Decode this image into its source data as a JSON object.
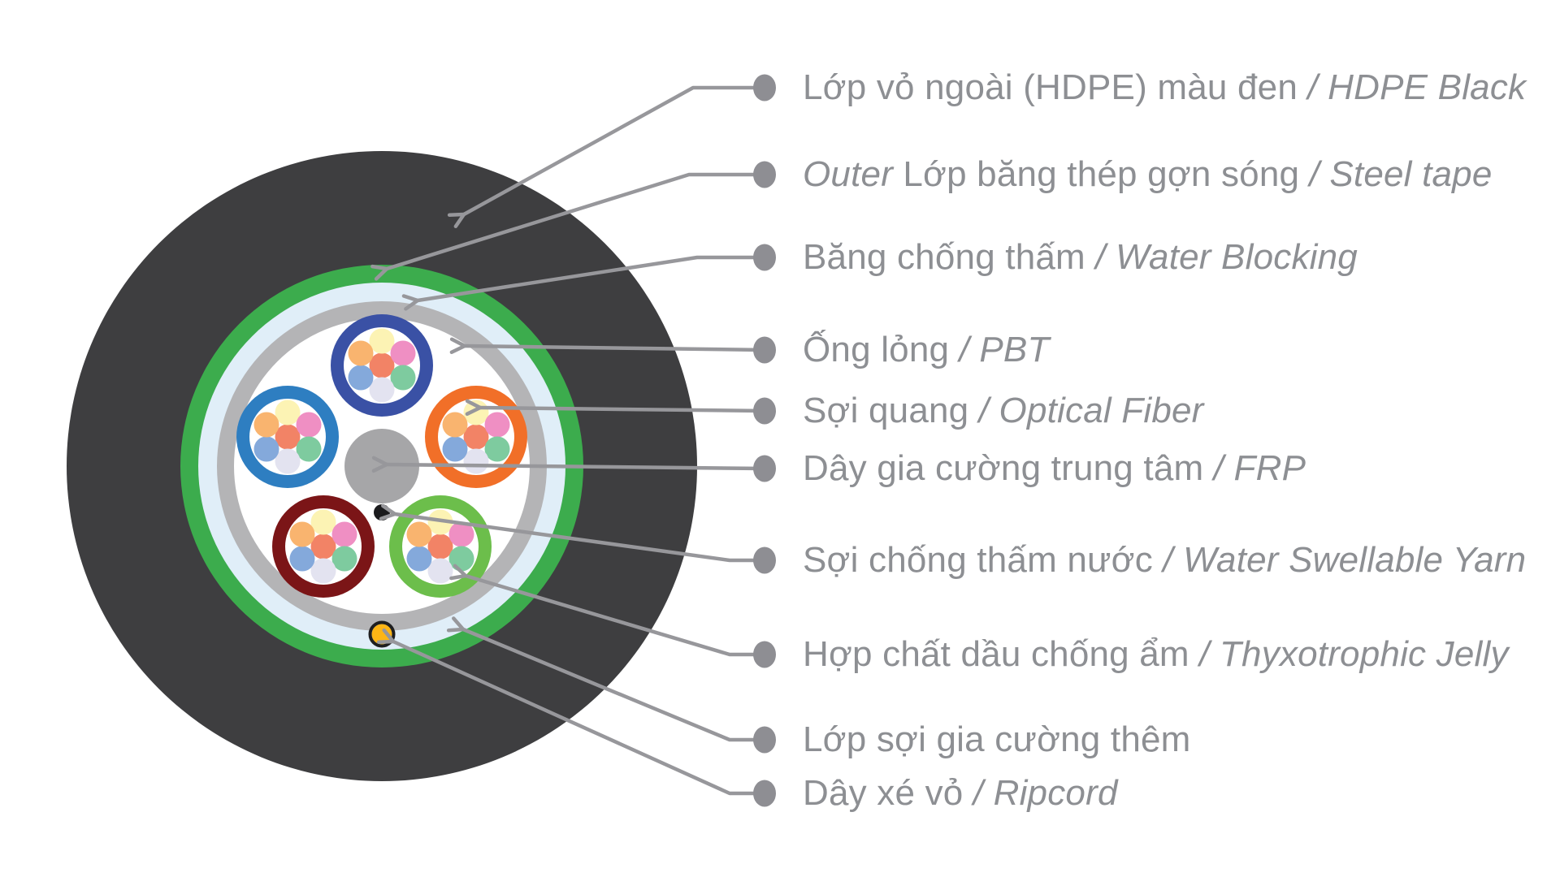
{
  "page": {
    "background": "#FFFFFF"
  },
  "diagram": {
    "description": "Fiber optic cable cross-section",
    "colors": {
      "jacket": "#3E3E40",
      "ring_green": "#3CAC4D",
      "ring_pale_blue": "#E0EEF8",
      "ring_gray": "#B4B4B6",
      "core_white": "#FFFFFF",
      "frp_center": "#A6A6A8",
      "water_yarn_dot": "#1B1B1D",
      "ripcord_dot_fill": "#FDB515",
      "ripcord_dot_stroke": "#1F1F20",
      "leader_line": "#97979B",
      "label_dot": "#8E8E93",
      "tube_inner": "#FFFFFF"
    },
    "tubes": [
      {
        "name": "tube-navy",
        "color": "#3A51A5"
      },
      {
        "name": "tube-orange",
        "color": "#F16F28"
      },
      {
        "name": "tube-green",
        "color": "#6CBE4B"
      },
      {
        "name": "tube-maroon",
        "color": "#7B1517"
      },
      {
        "name": "tube-blue",
        "color": "#2E7EC1"
      }
    ],
    "fiber_colors": {
      "center": "#F28366",
      "top": "#FCF3B4",
      "top_right": "#EF8FC3",
      "bottom_right": "#7ECB9F",
      "bottom": "#E3E3F0",
      "bottom_left": "#84A9DB",
      "top_left": "#F9B46F"
    }
  },
  "labels": [
    {
      "pre": "",
      "vi": "Lớp vỏ ngoài (HDPE) màu đen",
      "en": "/ HDPE Black"
    },
    {
      "pre": "Outer",
      "vi": "Lớp băng thép gợn sóng",
      "en": "/ Steel tape"
    },
    {
      "pre": "",
      "vi": "Băng chống thấm",
      "en": "/ Water Blocking"
    },
    {
      "pre": "",
      "vi": "Ống lỏng",
      "en": "/ PBT"
    },
    {
      "pre": "",
      "vi": "Sợi quang",
      "en": "/ Optical Fiber"
    },
    {
      "pre": "",
      "vi": "Dây gia cường trung tâm",
      "en": "/ FRP"
    },
    {
      "pre": "",
      "vi": "Sợi chống thấm nước",
      "en": "/ Water Swellable Yarn"
    },
    {
      "pre": "",
      "vi": "Hợp chất dầu chống ẩm",
      "en": "/ Thyxotrophic Jelly"
    },
    {
      "pre": "",
      "vi": "Lớp sợi gia cường thêm",
      "en": ""
    },
    {
      "pre": "",
      "vi": "Dây xé vỏ",
      "en": "/ Ripcord"
    }
  ]
}
